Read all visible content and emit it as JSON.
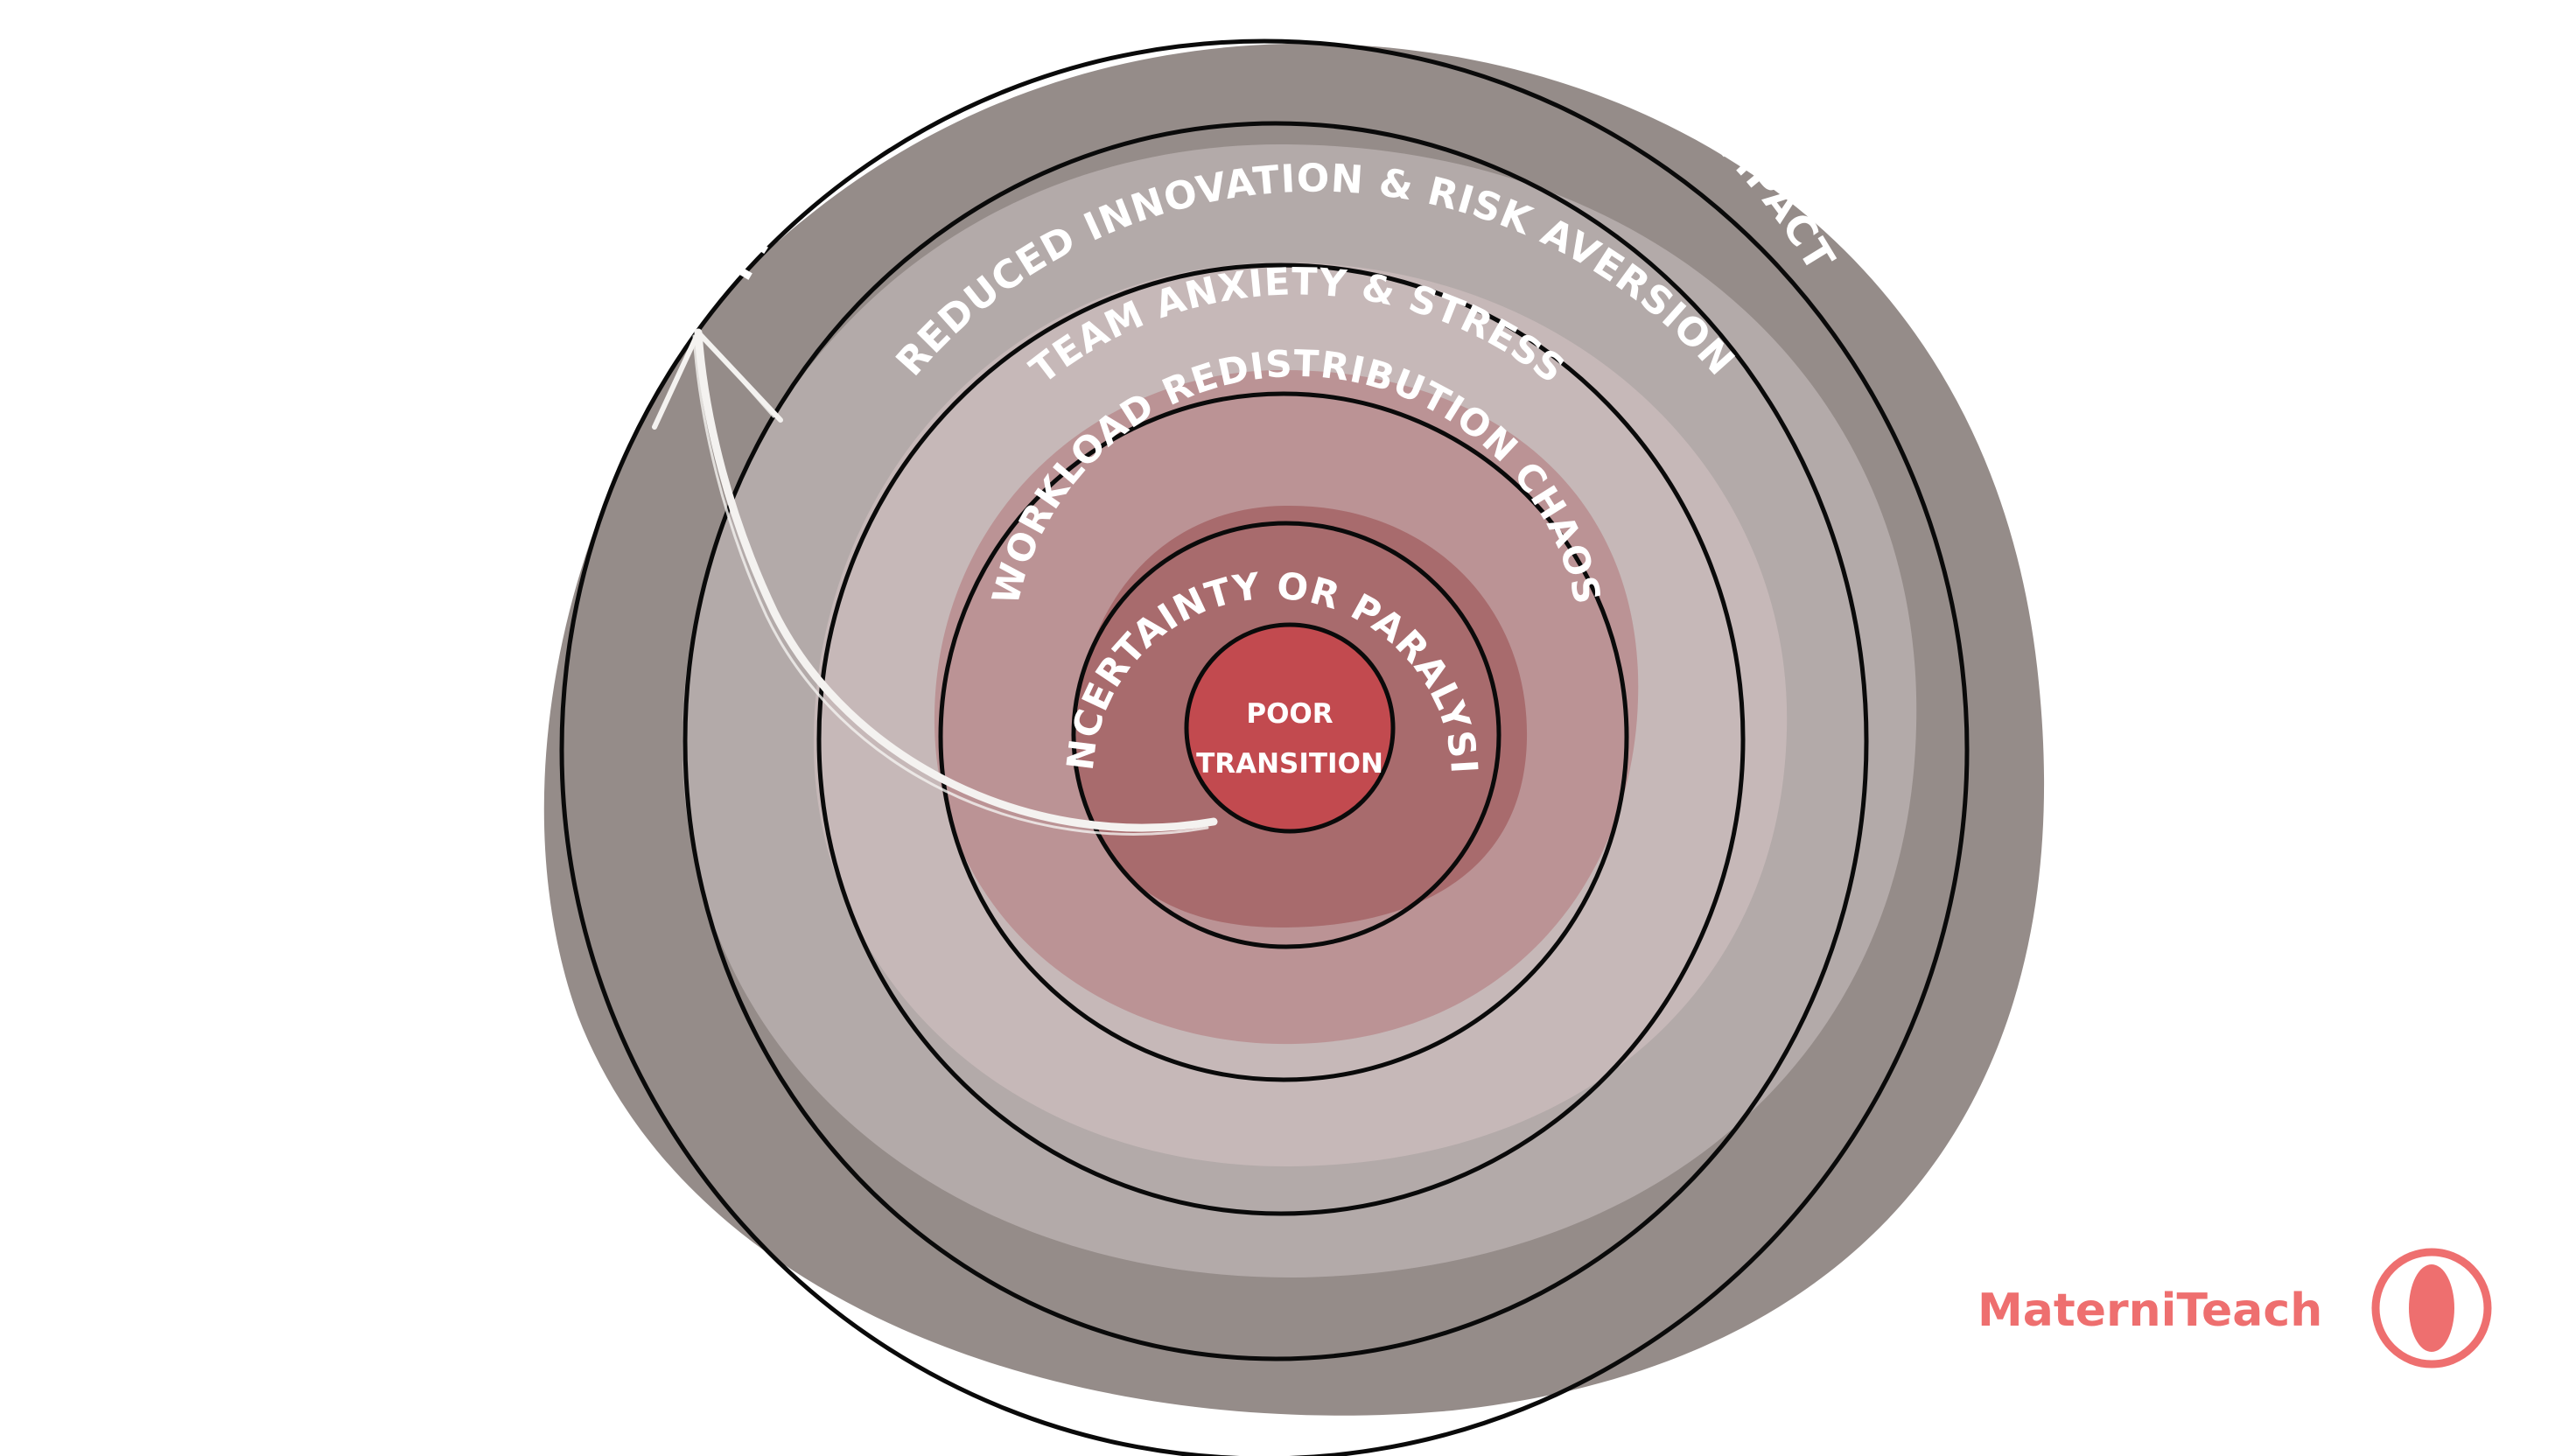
{
  "diagram": {
    "center_label_line1": "POOR",
    "center_label_line2": "TRANSITION",
    "rings": [
      {
        "label": "UNCERTAINTY OR PARALYSIS"
      },
      {
        "label": "WORKLOAD REDISTRIBUTION CHAOS"
      },
      {
        "label": "TEAM ANXIETY & STRESS"
      },
      {
        "label": "REDUCED INNOVATION & RISK AVERSION"
      },
      {
        "label": "PRODUCTIVITY LOSS WITH CROSS FUNCTIONAL IMPACT"
      }
    ],
    "colors": {
      "outer_band": "#958c89",
      "band_2": "#b3aaa9",
      "band_3": "#c6b8b8",
      "pink_blob": "#bb9395",
      "band_5": "#a86b6d",
      "center": "#c24a4f",
      "outline": "#0a0a0a",
      "arrow": "#f4f2f0"
    }
  },
  "brand": {
    "name": "MaterniTeach",
    "logo_icon": "overlapping-circles-icon",
    "color": "#ee6f6f"
  }
}
